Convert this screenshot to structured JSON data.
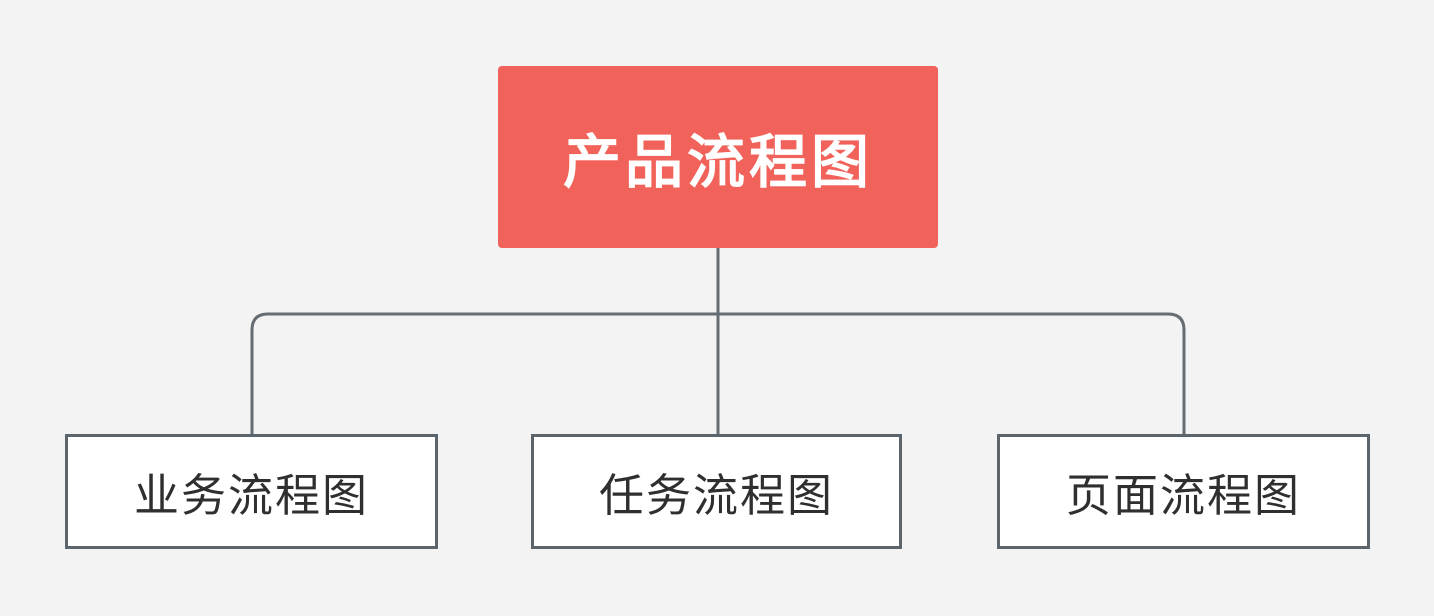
{
  "diagram": {
    "type": "tree-flowchart",
    "root": {
      "label": "产品流程图"
    },
    "children": [
      {
        "label": "业务流程图"
      },
      {
        "label": "任务流程图"
      },
      {
        "label": "页面流程图"
      }
    ],
    "colors": {
      "background": "#f3f3f4",
      "root_fill": "#f1635a",
      "root_text": "#ffffff",
      "child_fill": "#ffffff",
      "child_border": "#5c646c",
      "child_text": "#2f2f2f",
      "connector": "#656c72"
    }
  }
}
